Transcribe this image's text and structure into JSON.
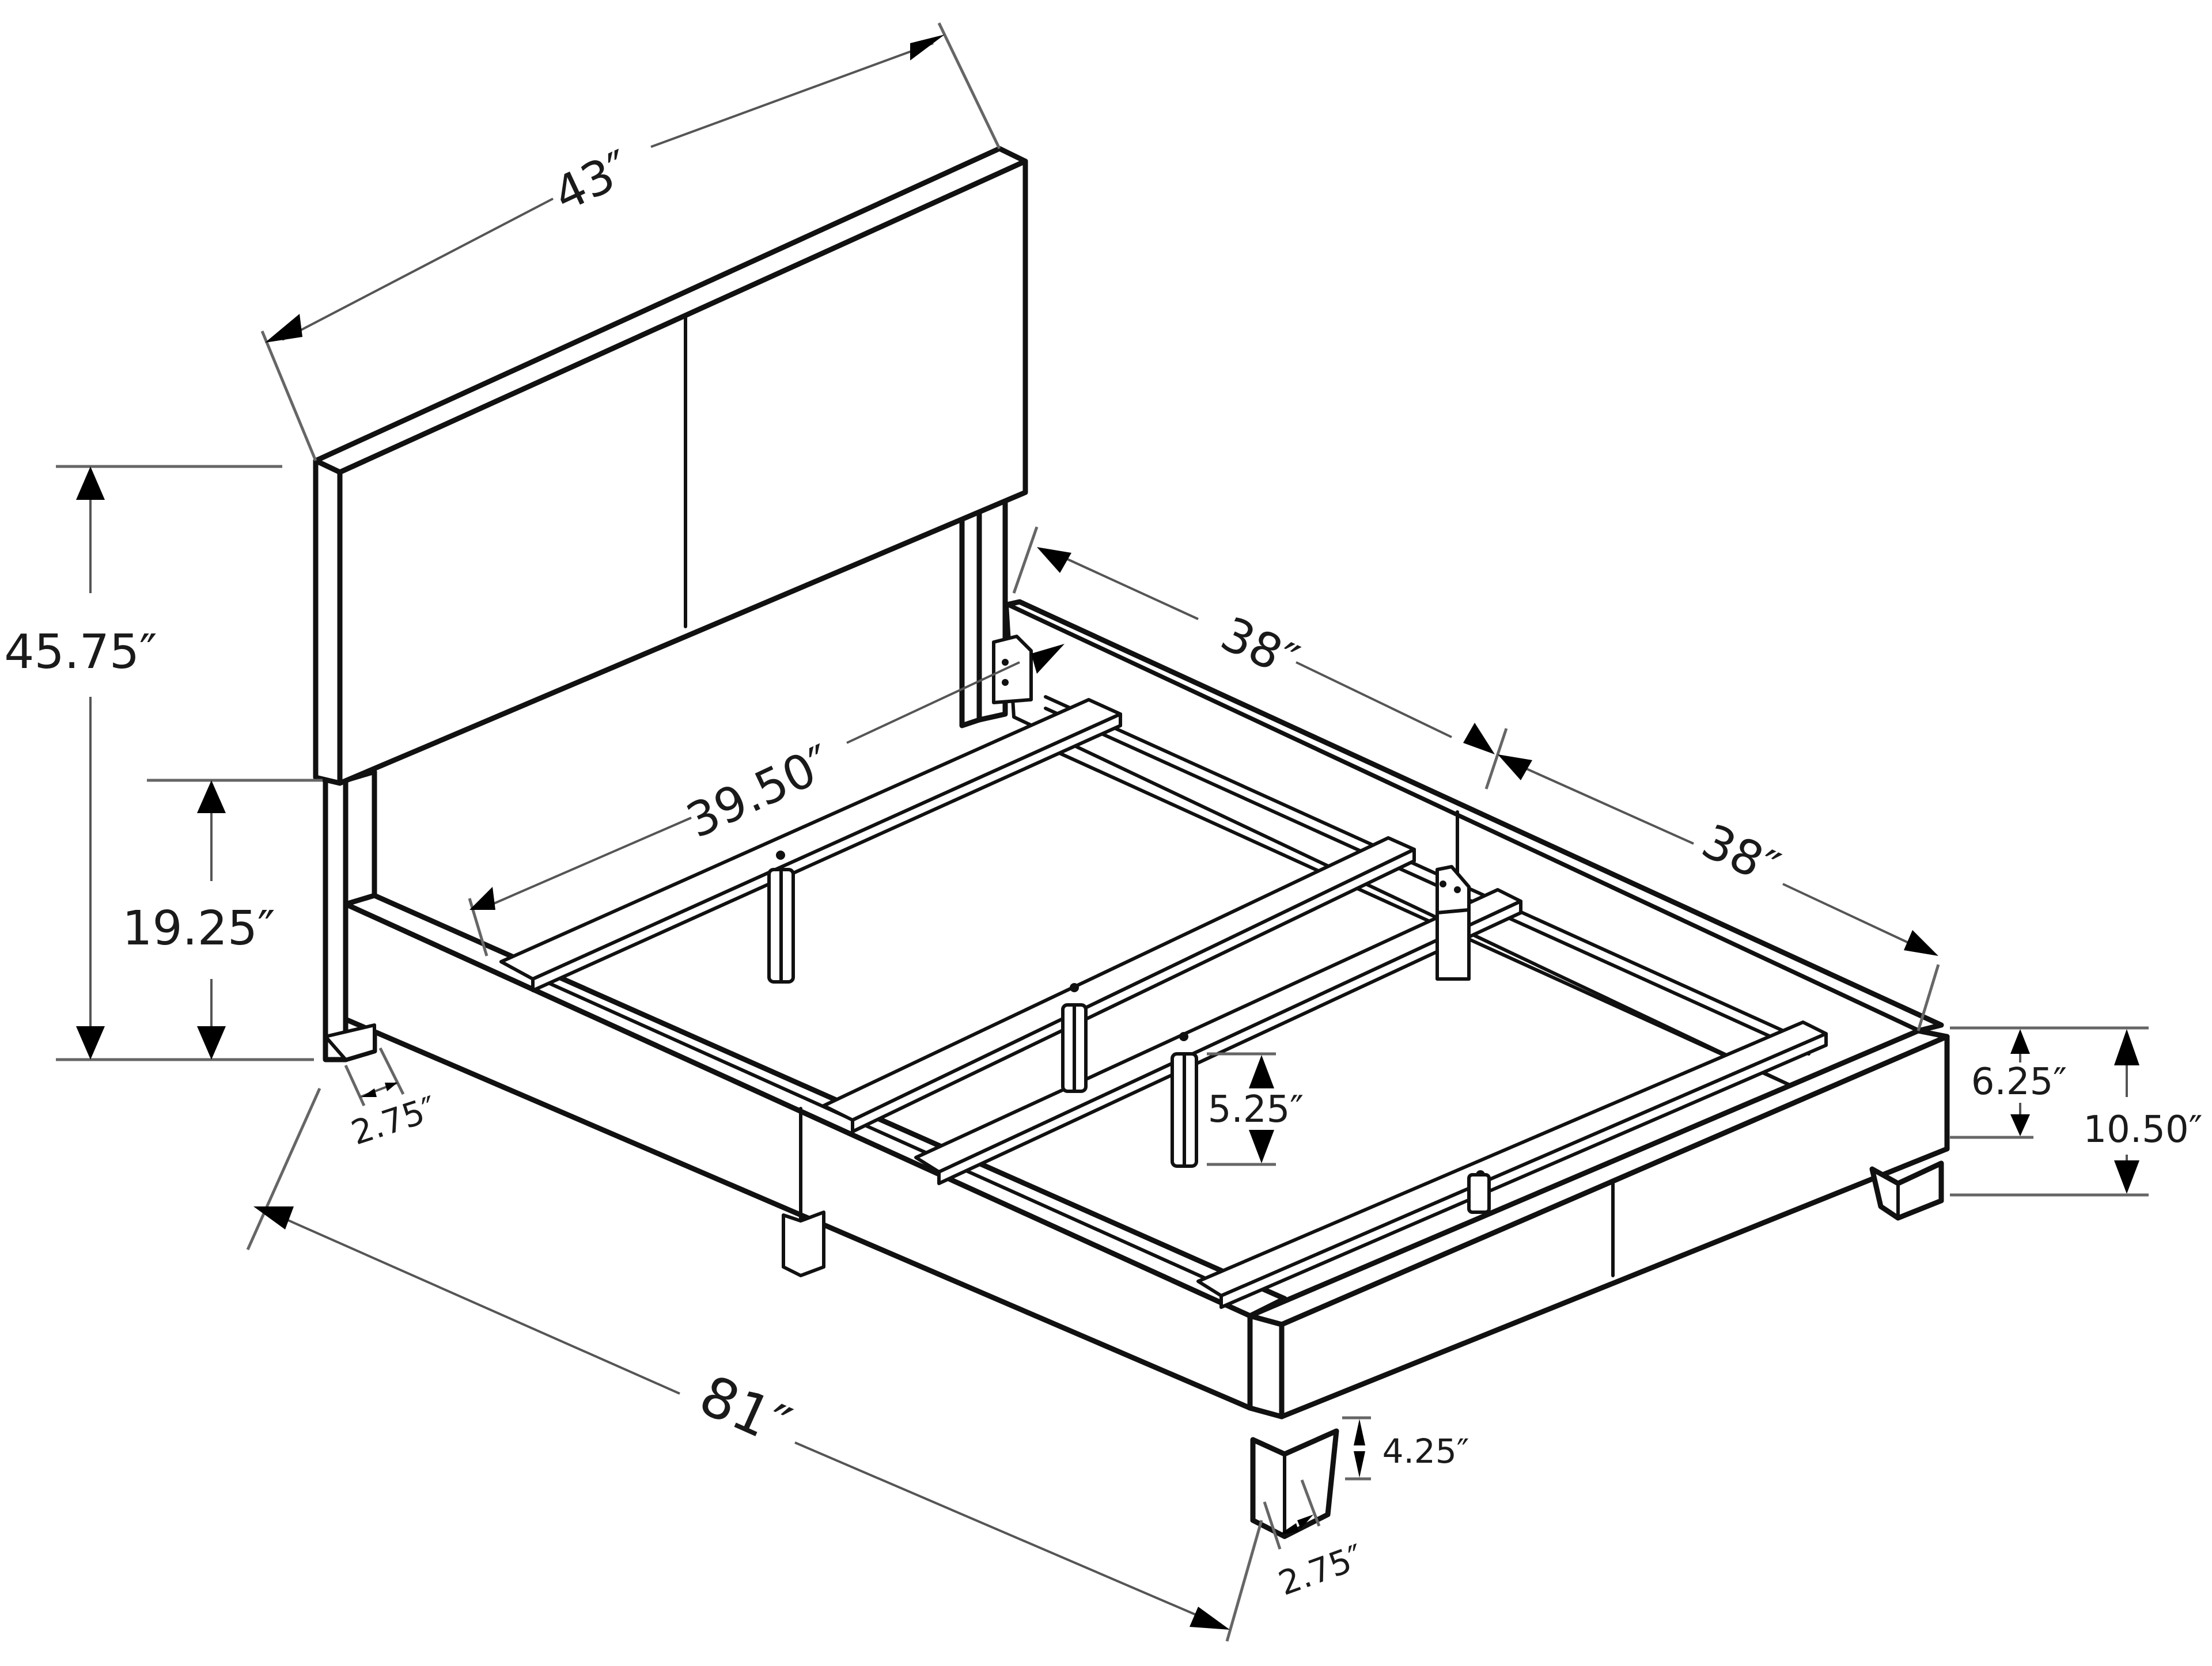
{
  "diagram": {
    "subject": "Bed frame with upholstered headboard",
    "unit": "inches",
    "background": "#ffffff",
    "line_color": "#111111"
  },
  "dimensions": {
    "headboard_width": {
      "label": "43″",
      "value": 43,
      "description": "Headboard width"
    },
    "overall_height": {
      "label": "45.75″",
      "value": 45.75,
      "description": "Overall headboard height"
    },
    "headboard_leg_height": {
      "label": "19.25″",
      "value": 19.25,
      "description": "Headboard post height below panel"
    },
    "headboard_leg_depth": {
      "label": "2.75″",
      "value": 2.75,
      "description": "Headboard leg depth"
    },
    "rail_length_upper": {
      "label": "38″",
      "value": 38,
      "description": "Side rail segment (head end)"
    },
    "rail_length_lower": {
      "label": "38″",
      "value": 38,
      "description": "Side rail segment (foot end)"
    },
    "slat_length": {
      "label": "39.50″",
      "value": 39.5,
      "description": "Inner slat / frame width"
    },
    "center_leg_height": {
      "label": "5.25″",
      "value": 5.25,
      "description": "Center support leg height"
    },
    "rail_height": {
      "label": "6.25″",
      "value": 6.25,
      "description": "Side rail height"
    },
    "frame_height": {
      "label": "10.50″",
      "value": 10.5,
      "description": "Overall frame height to floor"
    },
    "foot_leg_height": {
      "label": "4.25″",
      "value": 4.25,
      "description": "Foot leg height"
    },
    "foot_leg_width": {
      "label": "2.75″",
      "value": 2.75,
      "description": "Foot leg width"
    },
    "overall_length": {
      "label": "81″",
      "value": 81,
      "description": "Overall bed length"
    }
  }
}
